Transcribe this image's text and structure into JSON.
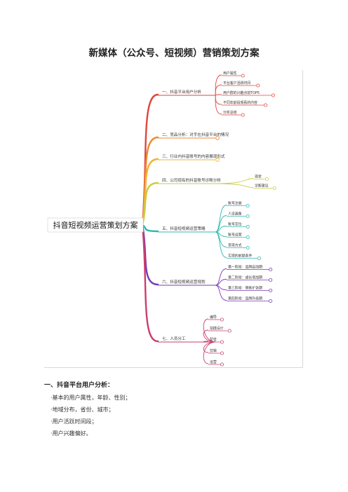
{
  "title": "新媒体（公众号、短视频）营销策划方案",
  "mindmap": {
    "root": "抖音短视频运营策划方案",
    "branches": [
      {
        "label": "一、抖音平台用户分析",
        "color": "#e0463c",
        "children": [
          "用户属性",
          "平台客户活跃时间",
          "用户群的兴趣点前TOP5",
          "不同年龄段观看的内容",
          "分析总结"
        ]
      },
      {
        "label": "二、竞品分析：对手在抖音平台的情况",
        "color": "#ee8a2f",
        "children": []
      },
      {
        "label": "三、行业内抖音账号的内容展现形式",
        "color": "#f1b334",
        "children": []
      },
      {
        "label": "四、公司现有的抖音账号诊断分析",
        "color": "#c9cd43",
        "children": [
          "现状",
          "诊断建议"
        ]
      },
      {
        "label": "五、抖音短视频运营策略",
        "color": "#2fb8ae",
        "children": [
          "账号注册",
          "人设画像",
          "账号定位",
          "账号运营",
          "变现方式",
          "实现的前提条件"
        ]
      },
      {
        "label": "六、抖音短视频运营规划",
        "color": "#7b3ab5",
        "children": [
          "第一阶段：品牌启动期",
          "第二阶段：成长增加期",
          "第三阶段：销售扩张期",
          "第四阶段：品牌升级期"
        ]
      },
      {
        "label": "七、人员分工",
        "color": "#cc3d6e",
        "children": [
          "编导",
          "拍摄设计",
          "配音",
          "剪辑",
          "运营"
        ]
      }
    ]
  },
  "section": {
    "heading": "一、抖音平台用户分析：",
    "bullets": [
      "·基本的用户属性，年龄、性别；",
      "·地域分布，省份、城市；",
      "·用户活跃时间段；",
      "·用户兴趣偏好。"
    ]
  }
}
